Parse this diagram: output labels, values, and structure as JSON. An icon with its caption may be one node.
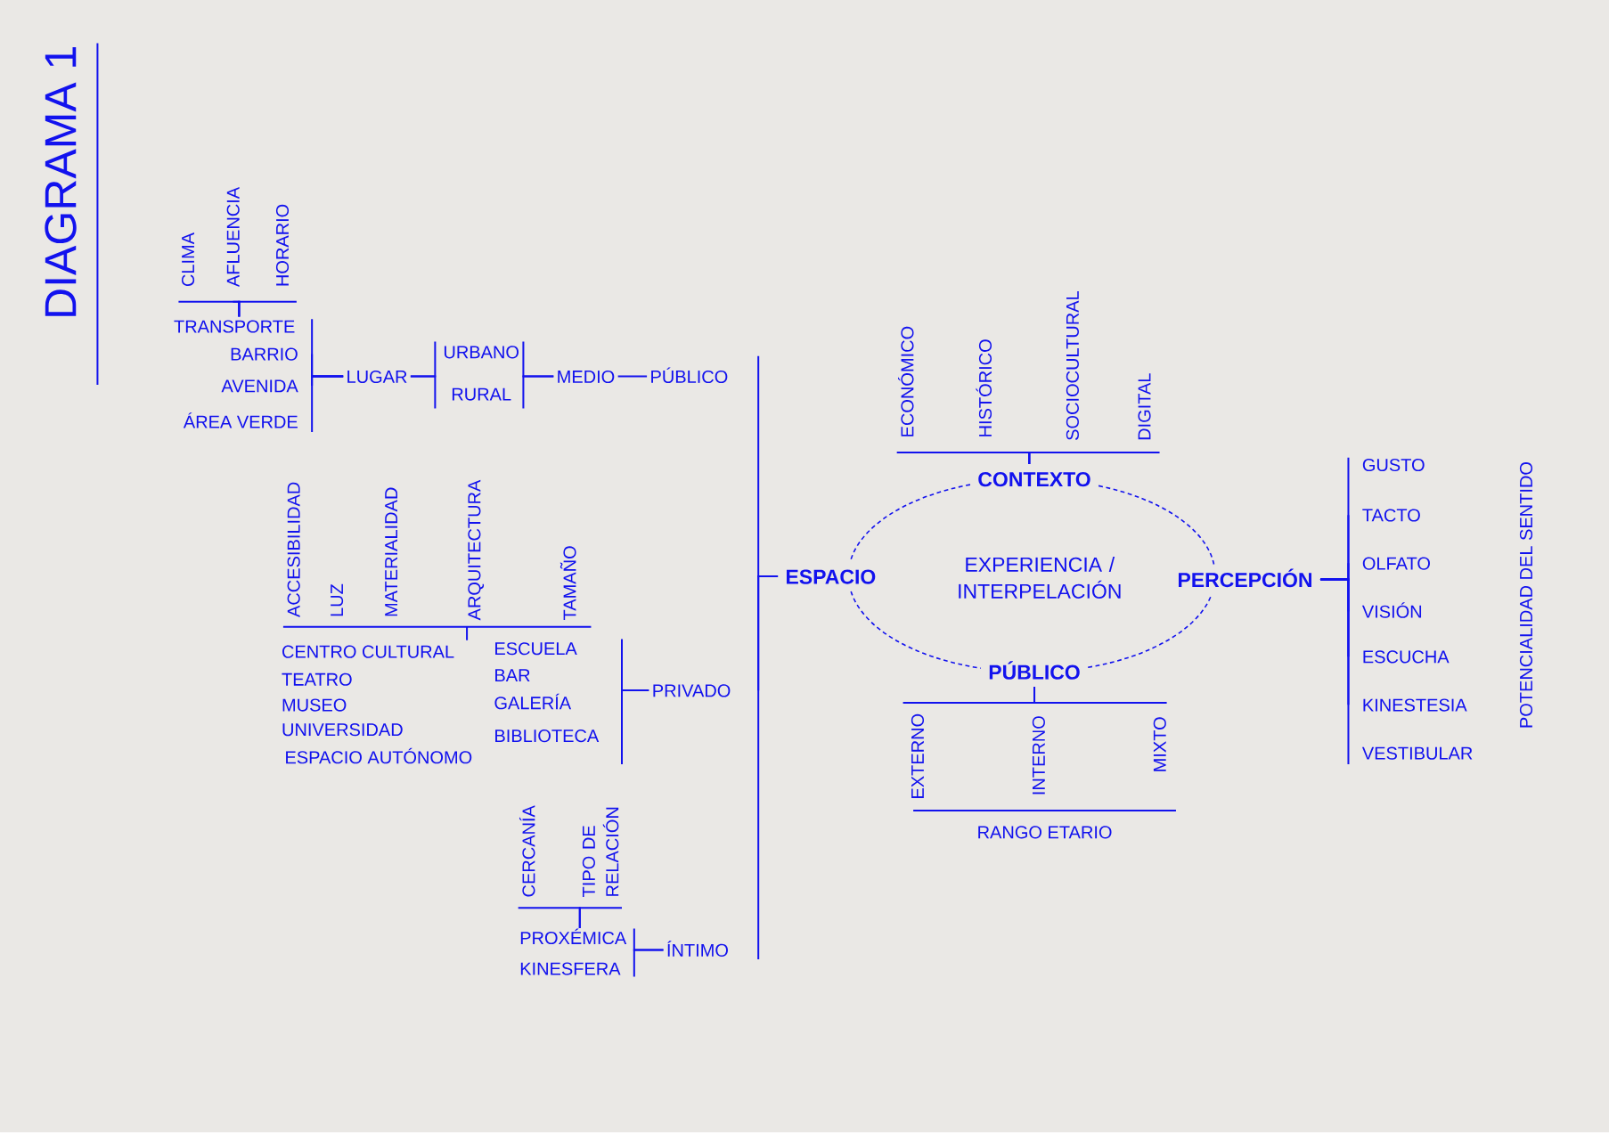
{
  "diagram": {
    "title": "DIAGRAMA 1",
    "nodes": [
      {
        "text": [
          "CLIMA"
        ]
      },
      {
        "text": [
          "AFLUENCIA"
        ]
      },
      {
        "text": [
          "HORARIO"
        ]
      },
      {
        "text": [
          "TRANSPORTE"
        ]
      },
      {
        "text": [
          "BARRIO"
        ]
      },
      {
        "text": [
          "AVENIDA"
        ]
      },
      {
        "text": [
          "ÁREA VERDE"
        ]
      },
      {
        "text": [
          "LUGAR"
        ]
      },
      {
        "text": [
          "URBANO"
        ]
      },
      {
        "text": [
          "RURAL"
        ]
      },
      {
        "text": [
          "MEDIO"
        ]
      },
      {
        "text": [
          "PÚBLICO"
        ]
      },
      {
        "text": [
          "PRIVADO"
        ]
      },
      {
        "text": [
          "CERCANÍA"
        ]
      },
      {
        "text": [
          "TIPO DE RELACIÓN"
        ]
      },
      {
        "text": [
          "PROXÉMICA"
        ]
      },
      {
        "text": [
          "KINESFERA"
        ]
      },
      {
        "text": [
          "ÍNTIMO"
        ]
      },
      {
        "text": [
          "ESPACIO"
        ]
      },
      {
        "text": [
          "ECONÓMICO"
        ]
      },
      {
        "text": [
          "HISTÓRICO"
        ]
      },
      {
        "text": [
          "SOCIOCULTURAL"
        ]
      },
      {
        "text": [
          "DIGITAL"
        ]
      },
      {
        "text": [
          "CONTEXTO"
        ]
      },
      {
        "text": [
          "PERCEPCIÓN"
        ]
      },
      {
        "text": [
          "PÚBLICO"
        ]
      },
      {
        "text": [
          "EXTERNO"
        ]
      },
      {
        "text": [
          "INTERNO"
        ]
      },
      {
        "text": [
          "MIXTO"
        ]
      },
      {
        "text": [
          "GUSTO"
        ]
      },
      {
        "text": [
          "TACTO"
        ]
      },
      {
        "text": [
          "OLFATO"
        ]
      },
      {
        "text": [
          "VISIÓN"
        ]
      },
      {
        "text": [
          "ESCUCHA"
        ]
      },
      {
        "text": [
          "KINESTESIA"
        ]
      },
      {
        "text": [
          "VESTIBULAR"
        ]
      }
    ],
    "edges": [
      {
        "from": 3,
        "to": 0,
        "arrow": "none"
      },
      {
        "from": 3,
        "to": 1,
        "arrow": "none"
      },
      {
        "from": 3,
        "to": 2,
        "arrow": "none"
      },
      {
        "from": 7,
        "to": 3,
        "arrow": "none"
      },
      {
        "from": 7,
        "to": 4,
        "arrow": "none"
      },
      {
        "from": 7,
        "to": 5,
        "arrow": "none"
      },
      {
        "from": 7,
        "to": 6,
        "arrow": "none"
      },
      {
        "from": 7,
        "to": 8,
        "arrow": "none"
      },
      {
        "from": 7,
        "to": 9,
        "arrow": "none"
      },
      {
        "from": 10,
        "to": 8,
        "arrow": "none"
      },
      {
        "from": 10,
        "to": 9,
        "arrow": "none"
      },
      {
        "from": 10,
        "to": 11,
        "arrow": "none"
      },
      {
        "from": 18,
        "to": 11,
        "arrow": "none"
      },
      {
        "from": 18,
        "to": 12,
        "arrow": "none"
      },
      {
        "from": 18,
        "to": 17,
        "arrow": "none"
      },
      {
        "from": 12,
        "to": null,
        "arrow": "none"
      },
      {
        "from": 15,
        "to": 13,
        "arrow": "none"
      },
      {
        "from": 15,
        "to": 14,
        "arrow": "none"
      },
      {
        "from": 17,
        "to": 15,
        "arrow": "none"
      },
      {
        "from": 17,
        "to": 16,
        "arrow": "none"
      },
      {
        "from": 23,
        "to": 19,
        "arrow": "none"
      },
      {
        "from": 23,
        "to": 20,
        "arrow": "none"
      },
      {
        "from": 23,
        "to": 21,
        "arrow": "none"
      },
      {
        "from": 23,
        "to": 22,
        "arrow": "none"
      },
      {
        "from": 25,
        "to": 26,
        "arrow": "none"
      },
      {
        "from": 25,
        "to": 27,
        "arrow": "none"
      },
      {
        "from": 25,
        "to": 28,
        "arrow": "none"
      },
      {
        "from": 24,
        "to": 29,
        "arrow": "none"
      },
      {
        "from": 24,
        "to": 30,
        "arrow": "none"
      },
      {
        "from": 24,
        "to": 31,
        "arrow": "none"
      },
      {
        "from": 24,
        "to": 32,
        "arrow": "none"
      },
      {
        "from": 24,
        "to": 33,
        "arrow": "none"
      },
      {
        "from": 24,
        "to": 34,
        "arrow": "none"
      },
      {
        "from": 24,
        "to": 35,
        "arrow": "none"
      },
      {
        "from": 23,
        "to": 18,
        "arrow": "none",
        "style": "dashed"
      },
      {
        "from": 23,
        "to": 24,
        "arrow": "none",
        "style": "dashed"
      },
      {
        "from": 18,
        "to": 25,
        "arrow": "none",
        "style": "dashed"
      },
      {
        "from": 25,
        "to": 24,
        "arrow": "none",
        "style": "dashed"
      }
    ],
    "labels": [
      "ACCESIBILIDAD",
      "LUZ",
      "MATERIALIDAD",
      "ARQUITECTURA",
      "TAMAÑO",
      "CENTRO CULTURAL",
      "TEATRO",
      "MUSEO",
      "UNIVERSIDAD",
      "ESPACIO AUTÓNOMO",
      "ESCUELA",
      "BAR",
      "GALERÍA",
      "BIBLIOTECA",
      "EXPERIENCIA / INTERPELACIÓN",
      "RANGO ETARIO",
      "POTENCIALIDAD DEL SENTIDO"
    ]
  }
}
